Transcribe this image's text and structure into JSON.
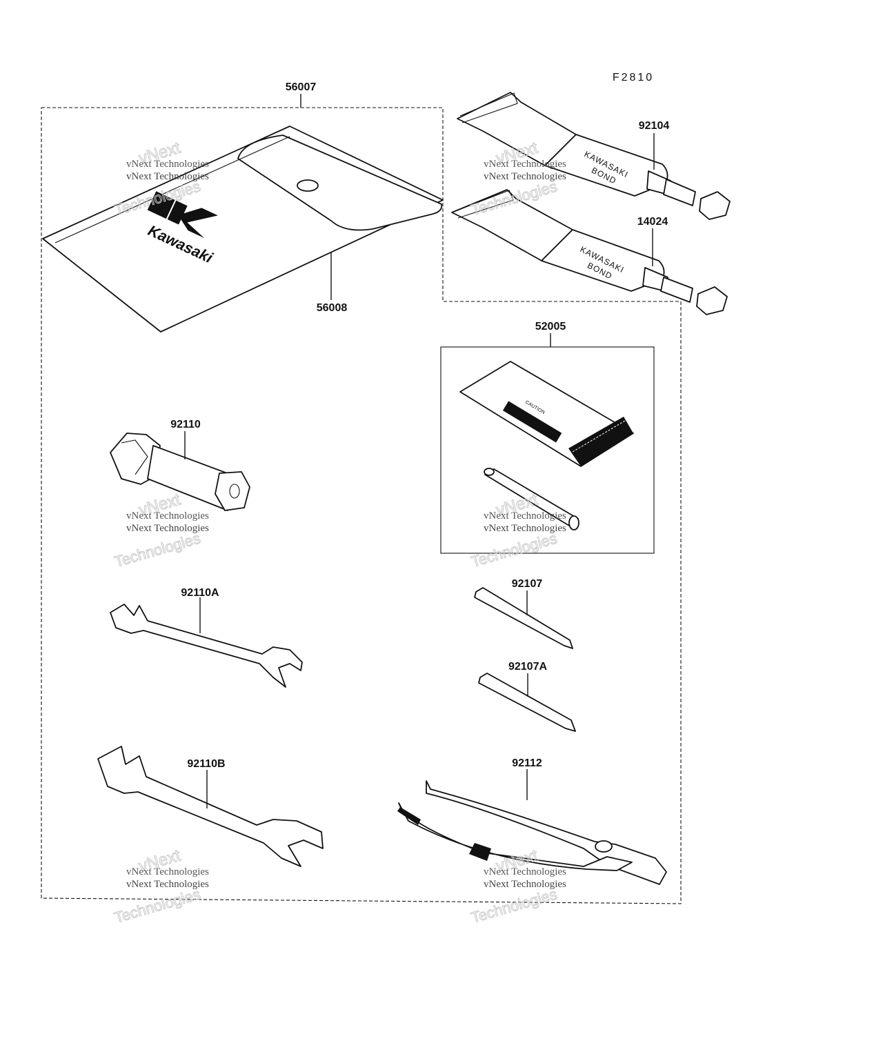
{
  "figure_code": "F2810",
  "parts": [
    {
      "id": "p56007",
      "number": "56007"
    },
    {
      "id": "p56008",
      "number": "56008"
    },
    {
      "id": "p92104",
      "number": "92104"
    },
    {
      "id": "p14024",
      "number": "14024"
    },
    {
      "id": "p52005",
      "number": "52005"
    },
    {
      "id": "p92110",
      "number": "92110"
    },
    {
      "id": "p92110A",
      "number": "92110A"
    },
    {
      "id": "p92107",
      "number": "92107"
    },
    {
      "id": "p92107A",
      "number": "92107A"
    },
    {
      "id": "p92110B",
      "number": "92110B"
    },
    {
      "id": "p92112",
      "number": "92112"
    }
  ],
  "pouch_brand_text": "Kawasaki",
  "bond_tube_text": {
    "line1": "KAWASAKI",
    "line2": "BOND"
  },
  "manual_text": "CAUTION",
  "watermark": {
    "line1": "vNext",
    "line2": "vNext Technologies",
    "line3": "Technologies"
  }
}
